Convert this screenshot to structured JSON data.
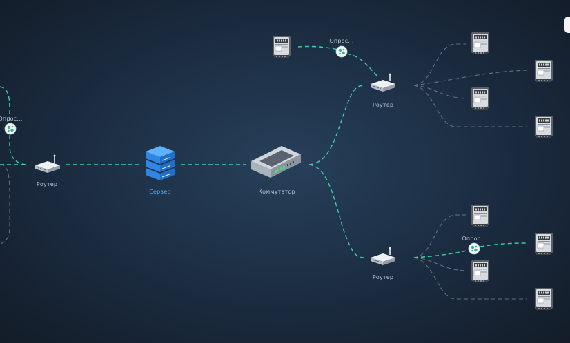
{
  "labels": {
    "router": "Роутер",
    "server": "Сервер",
    "switch": "Коммутатор",
    "poll": "Опрос..."
  },
  "colors": {
    "active_link": "#3fd1a4",
    "idle_link": "#7c8d9c",
    "server_blue": "#2f86e6",
    "label": "#b9c6d2"
  },
  "icons": {
    "router": "router-icon",
    "server": "server-icon",
    "switch": "switch-icon",
    "meter": "electric-meter-icon",
    "poll": "poll-status-icon"
  }
}
